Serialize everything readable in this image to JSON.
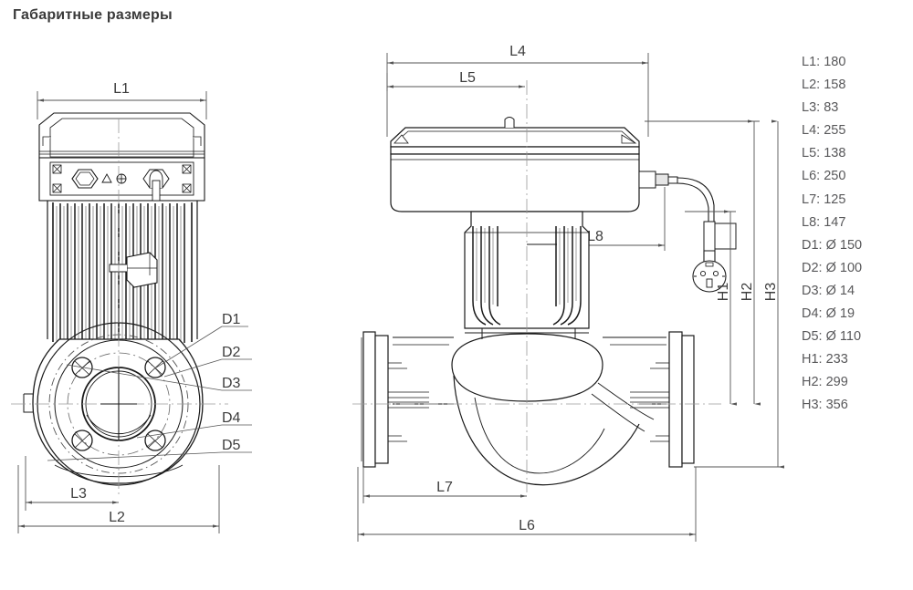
{
  "page": {
    "title": "Габаритные размеры",
    "background_color": "#ffffff",
    "text_color": "#3d3d3d",
    "spec_text_color": "#58585a",
    "line_color": "#1a1a1a",
    "dimension_line_color": "#555555",
    "centerline_color": "#9a9a9a"
  },
  "specifications": [
    {
      "key": "L1:",
      "value": "180"
    },
    {
      "key": "L2:",
      "value": "158"
    },
    {
      "key": "L3:",
      "value": "83"
    },
    {
      "key": "L4:",
      "value": "255"
    },
    {
      "key": "L5:",
      "value": "138"
    },
    {
      "key": "L6:",
      "value": "250"
    },
    {
      "key": "L7:",
      "value": "125"
    },
    {
      "key": "L8:",
      "value": "147"
    },
    {
      "key": "D1:",
      "value": "Ø 150"
    },
    {
      "key": "D2:",
      "value": "Ø 100"
    },
    {
      "key": "D3:",
      "value": "Ø 14"
    },
    {
      "key": "D4:",
      "value": "Ø 19"
    },
    {
      "key": "D5:",
      "value": "Ø 110"
    },
    {
      "key": "H1:",
      "value": "233"
    },
    {
      "key": "H2:",
      "value": "299"
    },
    {
      "key": "H3:",
      "value": "356"
    }
  ],
  "left_view": {
    "name": "front-view-with-flange",
    "dimension_labels": [
      {
        "id": "L1",
        "label": "L1"
      },
      {
        "id": "L2",
        "label": "L2"
      },
      {
        "id": "L3",
        "label": "L3"
      }
    ],
    "callout_labels": [
      {
        "id": "D1",
        "label": "D1"
      },
      {
        "id": "D2",
        "label": "D2"
      },
      {
        "id": "D3",
        "label": "D3"
      },
      {
        "id": "D4",
        "label": "D4"
      },
      {
        "id": "D5",
        "label": "D5"
      }
    ]
  },
  "right_view": {
    "name": "side-section-view",
    "dimension_labels": [
      {
        "id": "L4",
        "label": "L4"
      },
      {
        "id": "L5",
        "label": "L5"
      },
      {
        "id": "L6",
        "label": "L6"
      },
      {
        "id": "L7",
        "label": "L7"
      },
      {
        "id": "L8",
        "label": "L8"
      },
      {
        "id": "H1",
        "label": "H1"
      },
      {
        "id": "H2",
        "label": "H2"
      },
      {
        "id": "H3",
        "label": "H3"
      }
    ]
  }
}
